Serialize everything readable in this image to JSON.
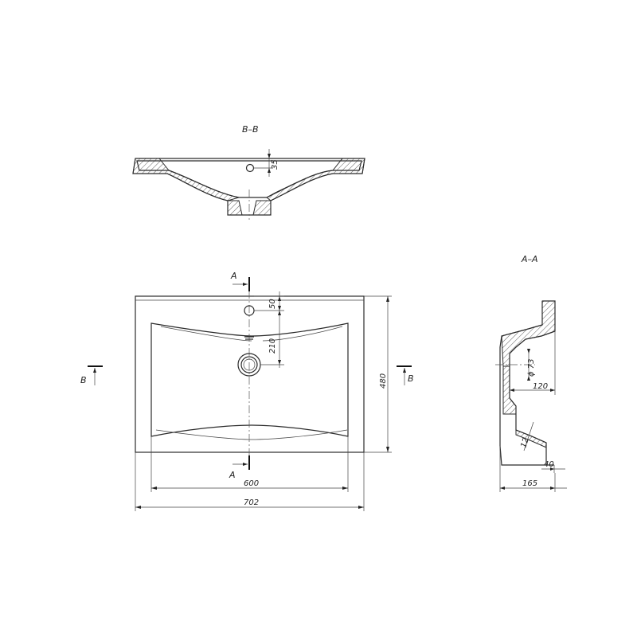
{
  "sections": {
    "bb_title": "B–B",
    "aa_title": "A–A"
  },
  "cut_markers": {
    "a_top": "A",
    "a_bottom": "A",
    "b_left": "B",
    "b_right": "B"
  },
  "dimensions": {
    "overflow_depth": "35",
    "tap_offset": "50",
    "drain_offset": "210",
    "depth": "480",
    "inner_width": "600",
    "overall_width": "702",
    "drain_diameter": "ϕ 73",
    "drain_width": "120",
    "wall_thickness": "12",
    "rim_offset": "40",
    "overall_height": "165"
  }
}
